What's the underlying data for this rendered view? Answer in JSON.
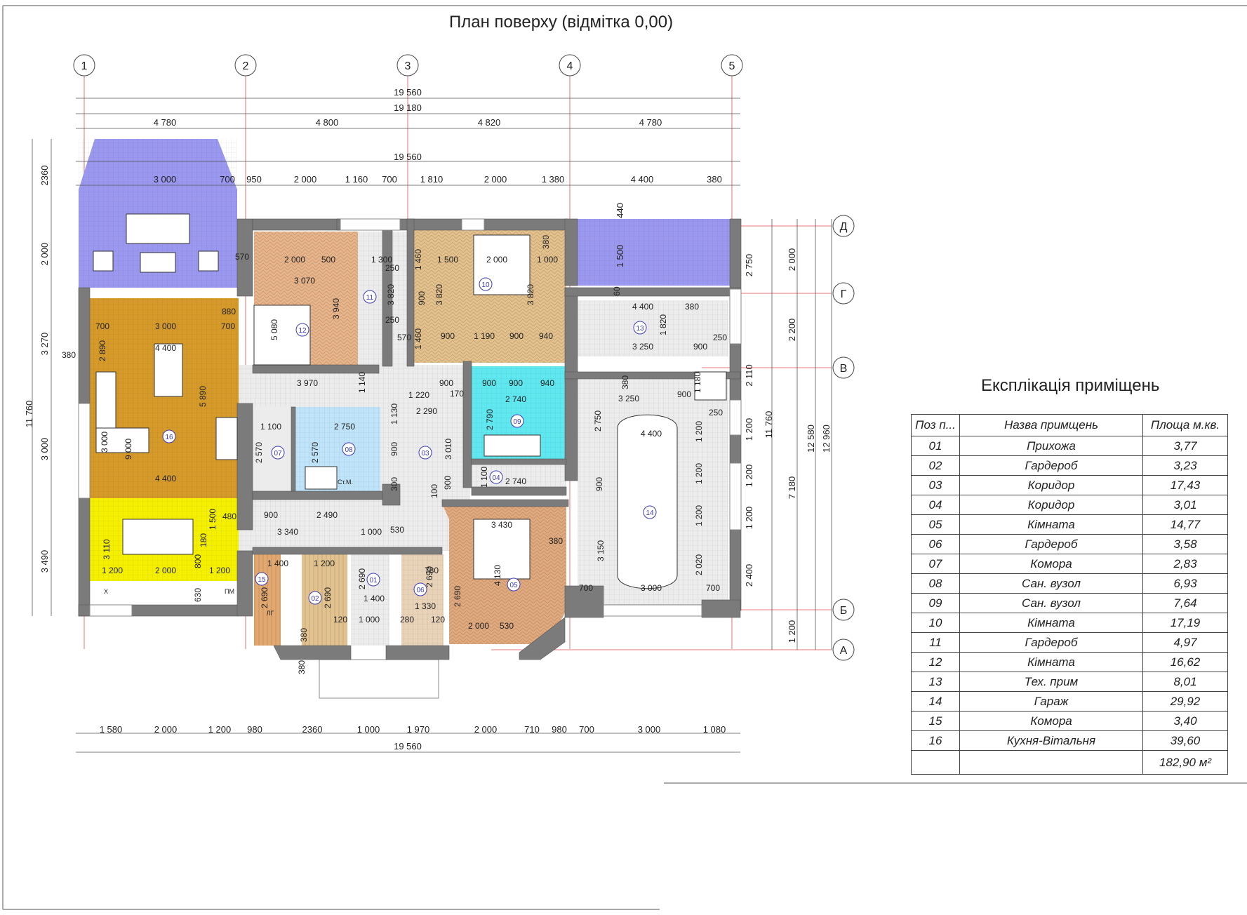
{
  "title": "План  поверху (відмітка 0,00)",
  "axes": {
    "numbers": [
      "1",
      "2",
      "3",
      "4",
      "5"
    ],
    "letters": [
      "Д",
      "Г",
      "В",
      "Б",
      "А"
    ]
  },
  "dims": {
    "top": {
      "total": "19 560",
      "inner": "19 180",
      "bays": [
        "4 780",
        "4 800",
        "4 820",
        "4 780"
      ],
      "total2": "19 560",
      "row": [
        "3 000",
        "700",
        "950",
        "2 000",
        "1 160",
        "700",
        "1 810",
        "2 000",
        "1 380",
        "4 400",
        "380"
      ]
    },
    "bottom": {
      "row": [
        "1 580",
        "2 000",
        "1 200",
        "980",
        "2360",
        "1 000",
        "1 970",
        "2 000",
        "710",
        "980",
        "700",
        "3 000",
        "1 080"
      ],
      "total": "19 560"
    },
    "left": {
      "chain": [
        "2360",
        "2 000",
        "3 270",
        "3 000",
        "3 490"
      ],
      "total": "11 760"
    },
    "right": {
      "chain1": [
        "440",
        "1 500",
        "2 750",
        "2 110",
        "1 200",
        "1 200",
        "1 200",
        "2 400"
      ],
      "chain2": [
        "2 000",
        "2 200",
        "7 180",
        "1 200"
      ],
      "totals": [
        "11 760",
        "12 580",
        "12 960"
      ]
    },
    "interior": [
      "570",
      "2 000",
      "500",
      "3 070",
      "5 080",
      "3 940",
      "880",
      "3 970",
      "1 140",
      "1 300",
      "250",
      "250",
      "3 820",
      "1 460",
      "1 500",
      "2 000",
      "1 000",
      "380",
      "900",
      "3 820",
      "3 820",
      "1 460",
      "900",
      "1 190",
      "900",
      "940",
      "570",
      "700",
      "3 000",
      "700",
      "2 890",
      "4 400",
      "380",
      "5 890",
      "9 000",
      "3 000",
      "4 400",
      "1 100",
      "2 750",
      "2 570",
      "2 570",
      "1 130",
      "900",
      "300",
      "1 220",
      "2 290",
      "3 010",
      "900",
      "170",
      "100",
      "900",
      "900",
      "900",
      "940",
      "2 740",
      "2 790",
      "1 100",
      "2 740",
      "4 400",
      "380",
      "1 820",
      "3 250",
      "900",
      "250",
      "380",
      "3 250",
      "2 750",
      "900",
      "1 180",
      "250",
      "4 400",
      "1 200",
      "1 200",
      "1 200",
      "900",
      "3 150",
      "2 020",
      "700",
      "3 000",
      "700",
      "900",
      "2 490",
      "3 340",
      "1 000",
      "530",
      "480",
      "1 500",
      "3 110",
      "1 200",
      "2 000",
      "1 200",
      "800",
      "180",
      "630",
      "1 400",
      "1 200",
      "2 690",
      "2 690",
      "2 690",
      "1 400",
      "120",
      "1 000",
      "780",
      "2 690",
      "1 330",
      "280",
      "120",
      "3 430",
      "380",
      "4 130",
      "2 690",
      "2 000",
      "530",
      "380",
      "380",
      "60"
    ]
  },
  "rooms": [
    "01",
    "02",
    "03",
    "04",
    "05",
    "06",
    "07",
    "08",
    "09",
    "10",
    "11",
    "12",
    "13",
    "14",
    "15",
    "16"
  ],
  "fixture_labels": {
    "st": "Ст.М.",
    "pm": "ПМ",
    "lg": "ЛГ",
    "x": "Х"
  },
  "colors": {
    "terrace": "#9b98f0",
    "living": "#d59a2a",
    "kitchen": "#f5f000",
    "wood": "#d9a77c",
    "wood_light": "#e2c28e",
    "bath_blue": "#bfe3f8",
    "bath_cyan": "#5fe8ef",
    "tile_grey": "#ececec",
    "wall": "#7b7b7b",
    "axis": "#e24c4c"
  },
  "explication": {
    "title": "Експлікація приміщень",
    "headers": [
      "Поз п...",
      "Назва примщень",
      "Площа м.кв."
    ],
    "rows": [
      [
        "01",
        "Прихожа",
        "3,77"
      ],
      [
        "02",
        "Гардероб",
        "3,23"
      ],
      [
        "03",
        "Коридор",
        "17,43"
      ],
      [
        "04",
        "Коридор",
        "3,01"
      ],
      [
        "05",
        "Кімната",
        "14,77"
      ],
      [
        "06",
        "Гардероб",
        "3,58"
      ],
      [
        "07",
        "Комора",
        "2,83"
      ],
      [
        "08",
        "Сан. вузол",
        "6,93"
      ],
      [
        "09",
        "Сан. вузол",
        "7,64"
      ],
      [
        "10",
        "Кімната",
        "17,19"
      ],
      [
        "11",
        "Гардероб",
        "4,97"
      ],
      [
        "12",
        "Кімната",
        "16,62"
      ],
      [
        "13",
        "Тех. прим",
        "8,01"
      ],
      [
        "14",
        "Гараж",
        "29,92"
      ],
      [
        "15",
        "Комора",
        "3,40"
      ],
      [
        "16",
        "Кухня-Вітальня",
        "39,60"
      ]
    ],
    "total": "182,90 м²"
  }
}
